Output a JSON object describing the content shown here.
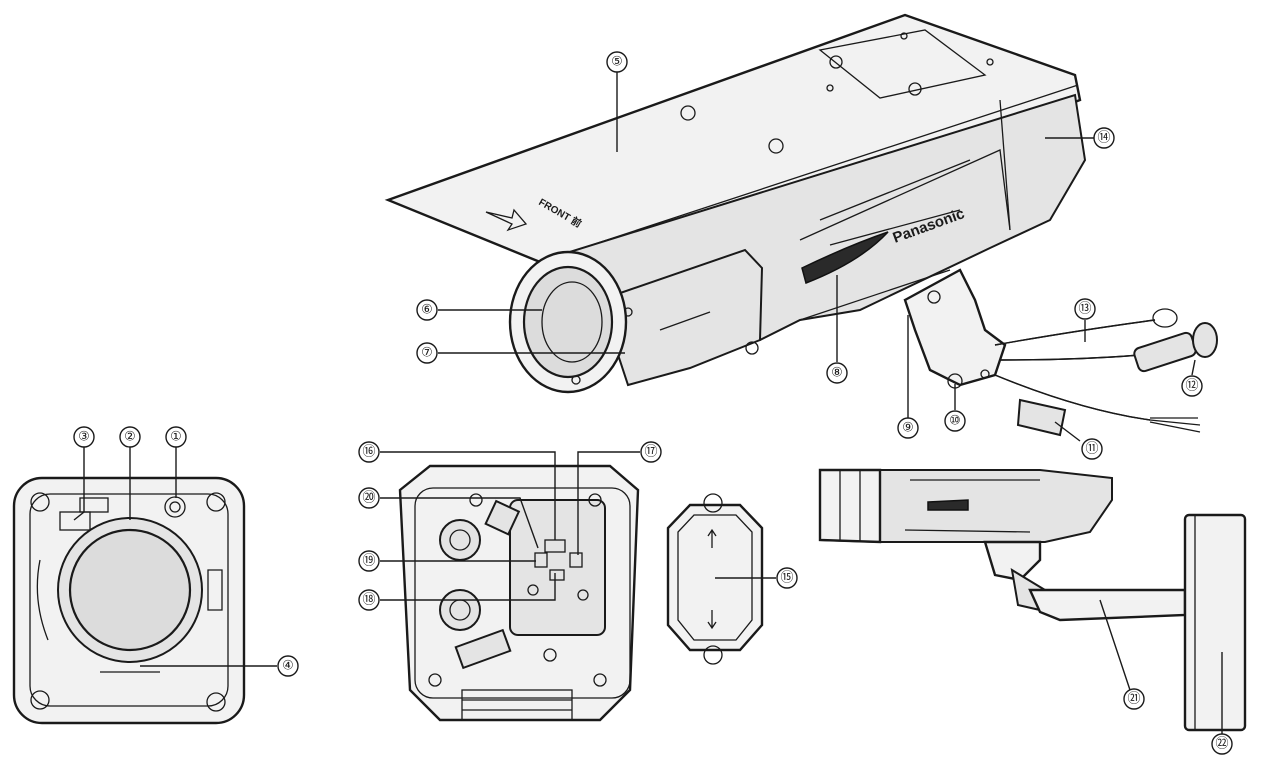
{
  "brand_label": "Panasonic",
  "front_marking": "FRONT\n前",
  "callouts": [
    {
      "id": "c1",
      "label": "①"
    },
    {
      "id": "c2",
      "label": "②"
    },
    {
      "id": "c3",
      "label": "③"
    },
    {
      "id": "c4",
      "label": "④"
    },
    {
      "id": "c5",
      "label": "⑤"
    },
    {
      "id": "c6",
      "label": "⑥"
    },
    {
      "id": "c7",
      "label": "⑦"
    },
    {
      "id": "c8",
      "label": "⑧"
    },
    {
      "id": "c9",
      "label": "⑨"
    },
    {
      "id": "c10",
      "label": "⑩"
    },
    {
      "id": "c11",
      "label": "⑪"
    },
    {
      "id": "c12",
      "label": "⑫"
    },
    {
      "id": "c13",
      "label": "⑬"
    },
    {
      "id": "c14",
      "label": "⑭"
    },
    {
      "id": "c15",
      "label": "⑮"
    },
    {
      "id": "c16",
      "label": "⑯"
    },
    {
      "id": "c17",
      "label": "⑰"
    },
    {
      "id": "c18",
      "label": "⑱"
    },
    {
      "id": "c19",
      "label": "⑲"
    },
    {
      "id": "c20",
      "label": "⑳"
    },
    {
      "id": "c21",
      "label": "㉑"
    },
    {
      "id": "c22",
      "label": "㉒"
    }
  ]
}
